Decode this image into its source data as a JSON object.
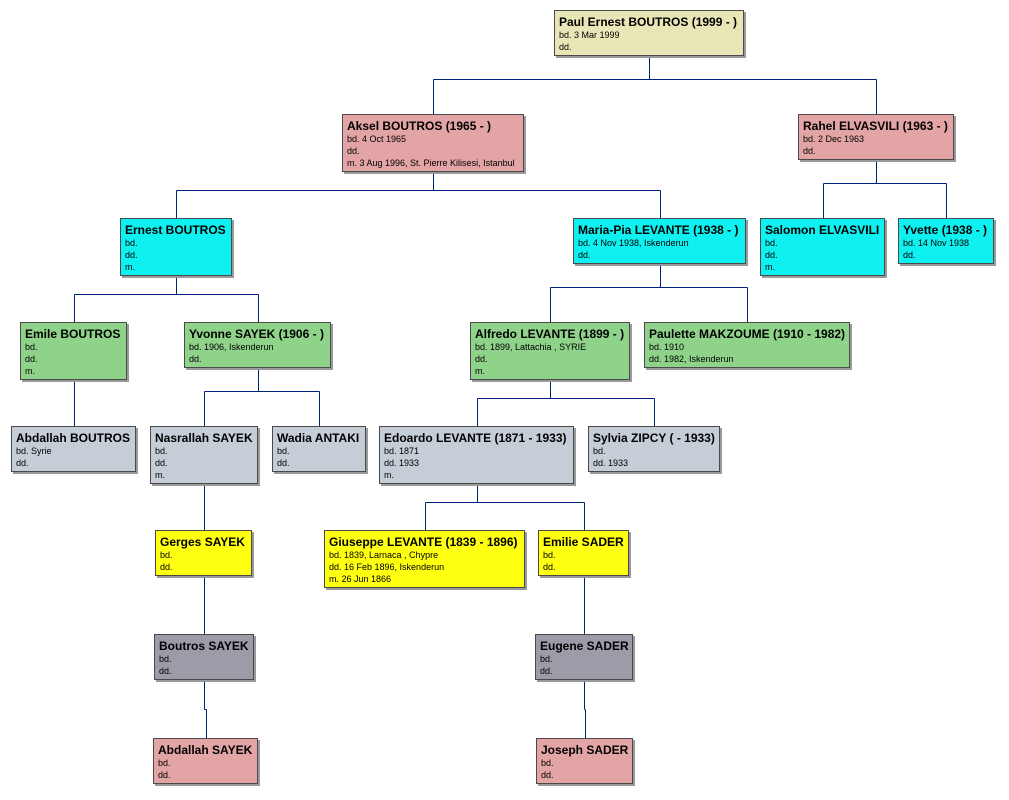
{
  "people": [
    {
      "id": "paul",
      "name": "Paul Ernest BOUTROS (1999 - )",
      "lines": [
        "bd. 3 Mar 1999",
        "dd."
      ]
    },
    {
      "id": "aksel",
      "name": "Aksel BOUTROS (1965 - )",
      "lines": [
        "bd. 4 Oct 1965",
        "dd.",
        "m. 3 Aug 1996, St. Pierre Kilisesi, Istanbul"
      ]
    },
    {
      "id": "rahel",
      "name": "Rahel ELVASVILI (1963 - )",
      "lines": [
        "bd. 2 Dec 1963",
        "dd."
      ]
    },
    {
      "id": "ernest",
      "name": "Ernest BOUTROS",
      "lines": [
        "bd.",
        "dd.",
        "m."
      ]
    },
    {
      "id": "mariapia",
      "name": "Maria-Pia LEVANTE (1938 - )",
      "lines": [
        "bd. 4 Nov 1938, Iskenderun",
        "dd."
      ]
    },
    {
      "id": "salomon",
      "name": "Salomon ELVASVILI",
      "lines": [
        "bd.",
        "dd.",
        "m."
      ]
    },
    {
      "id": "yvette",
      "name": "Yvette (1938 - )",
      "lines": [
        "bd. 14 Nov 1938",
        "dd."
      ]
    },
    {
      "id": "emile",
      "name": "Emile BOUTROS",
      "lines": [
        "bd.",
        "dd.",
        "m."
      ]
    },
    {
      "id": "yvonne",
      "name": "Yvonne SAYEK (1906 - )",
      "lines": [
        "bd. 1906, Iskenderun",
        "dd."
      ]
    },
    {
      "id": "alfredo",
      "name": "Alfredo LEVANTE (1899 - )",
      "lines": [
        "bd. 1899, Lattachia , SYRIE",
        "dd.",
        "m."
      ]
    },
    {
      "id": "paulette",
      "name": "Paulette MAKZOUME (1910 - 1982)",
      "lines": [
        "bd. 1910",
        "dd. 1982, Iskenderun"
      ]
    },
    {
      "id": "abdallah_b",
      "name": "Abdallah BOUTROS",
      "lines": [
        "bd. Syrie",
        "dd."
      ]
    },
    {
      "id": "nasrallah",
      "name": "Nasrallah SAYEK",
      "lines": [
        "bd.",
        "dd.",
        "m."
      ]
    },
    {
      "id": "wadia",
      "name": "Wadia ANTAKI",
      "lines": [
        "bd.",
        "dd."
      ]
    },
    {
      "id": "edoardo",
      "name": "Edoardo LEVANTE (1871 - 1933)",
      "lines": [
        "bd. 1871",
        "dd. 1933",
        "m."
      ]
    },
    {
      "id": "sylvia",
      "name": "Sylvia ZIPCY ( - 1933)",
      "lines": [
        "bd.",
        "dd. 1933"
      ]
    },
    {
      "id": "gerges",
      "name": "Gerges SAYEK",
      "lines": [
        "bd.",
        "dd."
      ]
    },
    {
      "id": "giuseppe",
      "name": "Giuseppe LEVANTE (1839 - 1896)",
      "lines": [
        "bd. 1839, Larnaca , Chypre",
        "dd. 16 Feb 1896, Iskenderun",
        "m. 26 Jun 1866"
      ]
    },
    {
      "id": "emilie",
      "name": "Emilie SADER",
      "lines": [
        "bd.",
        "dd."
      ]
    },
    {
      "id": "boutros_s",
      "name": "Boutros SAYEK",
      "lines": [
        "bd.",
        "dd."
      ]
    },
    {
      "id": "eugene",
      "name": "Eugene SADER",
      "lines": [
        "bd.",
        "dd."
      ]
    },
    {
      "id": "abdallah_s",
      "name": "Abdallah SAYEK",
      "lines": [
        "bd.",
        "dd."
      ]
    },
    {
      "id": "joseph",
      "name": "Joseph SADER",
      "lines": [
        "bd.",
        "dd."
      ]
    }
  ],
  "relations": [
    {
      "child": "paul",
      "parents": [
        "aksel",
        "rahel"
      ]
    },
    {
      "child": "aksel",
      "parents": [
        "ernest",
        "mariapia"
      ]
    },
    {
      "child": "rahel",
      "parents": [
        "salomon",
        "yvette"
      ]
    },
    {
      "child": "ernest",
      "parents": [
        "emile",
        "yvonne"
      ]
    },
    {
      "child": "mariapia",
      "parents": [
        "alfredo",
        "paulette"
      ]
    },
    {
      "child": "emile",
      "parents": [
        "abdallah_b"
      ]
    },
    {
      "child": "yvonne",
      "parents": [
        "nasrallah",
        "wadia"
      ]
    },
    {
      "child": "alfredo",
      "parents": [
        "edoardo",
        "sylvia"
      ]
    },
    {
      "child": "nasrallah",
      "parents": [
        "gerges"
      ]
    },
    {
      "child": "edoardo",
      "parents": [
        "giuseppe",
        "emilie"
      ]
    },
    {
      "child": "gerges",
      "parents": [
        "boutros_s"
      ]
    },
    {
      "child": "emilie",
      "parents": [
        "eugene"
      ]
    },
    {
      "child": "boutros_s",
      "parents": [
        "abdallah_s"
      ]
    },
    {
      "child": "eugene",
      "parents": [
        "joseph"
      ]
    }
  ],
  "colors": {
    "connector": "#001f7a",
    "border": "#4a4a4a"
  }
}
